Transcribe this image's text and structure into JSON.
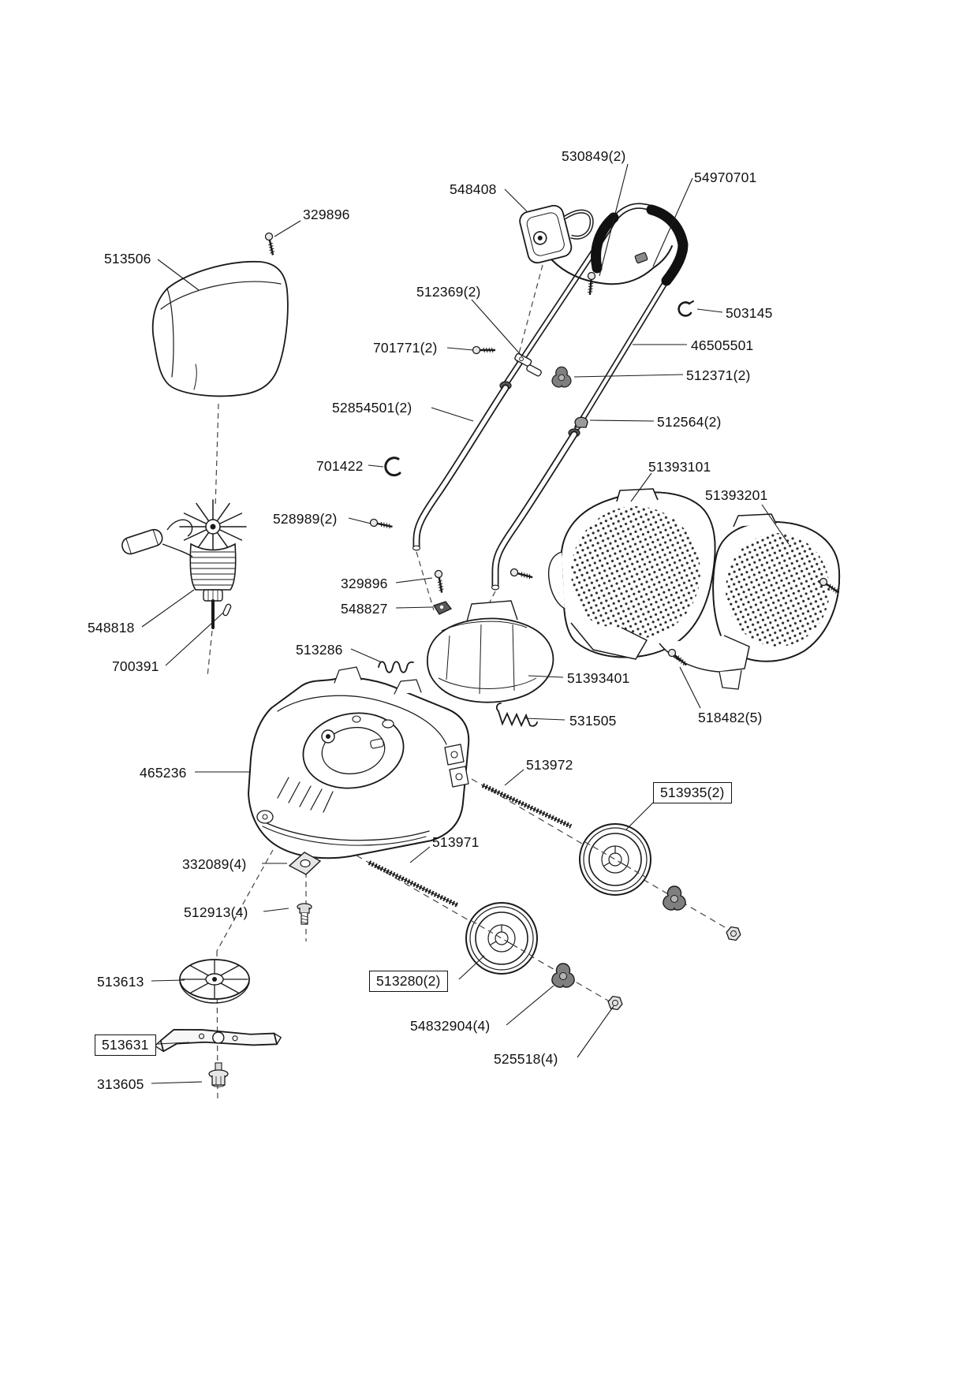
{
  "style": {
    "background": "#ffffff",
    "line_color": "#1a1a1a",
    "grip_color": "#111111"
  },
  "labels": [
    {
      "part": "530849",
      "text": "530849(2)",
      "boxed": false
    },
    {
      "part": "54970701",
      "text": "54970701",
      "boxed": false
    },
    {
      "part": "548408",
      "text": "548408",
      "boxed": false
    },
    {
      "part": "329896",
      "text": "329896",
      "boxed": false
    },
    {
      "part": "513506",
      "text": "513506",
      "boxed": false
    },
    {
      "part": "512369",
      "text": "512369(2)",
      "boxed": false
    },
    {
      "part": "503145",
      "text": "503145",
      "boxed": false
    },
    {
      "part": "701771",
      "text": "701771(2)",
      "boxed": false
    },
    {
      "part": "46505501",
      "text": "46505501",
      "boxed": false
    },
    {
      "part": "512371",
      "text": "512371(2)",
      "boxed": false
    },
    {
      "part": "52854501",
      "text": "52854501(2)",
      "boxed": false
    },
    {
      "part": "512564",
      "text": "512564(2)",
      "boxed": false
    },
    {
      "part": "701422",
      "text": "701422",
      "boxed": false
    },
    {
      "part": "51393101",
      "text": "51393101",
      "boxed": false
    },
    {
      "part": "51393201",
      "text": "51393201",
      "boxed": false
    },
    {
      "part": "528989",
      "text": "528989(2)",
      "boxed": false
    },
    {
      "part": "329896b",
      "text": "329896",
      "boxed": false
    },
    {
      "part": "548827",
      "text": "548827",
      "boxed": false
    },
    {
      "part": "548818",
      "text": "548818",
      "boxed": false
    },
    {
      "part": "513286",
      "text": "513286",
      "boxed": false
    },
    {
      "part": "700391",
      "text": "700391",
      "boxed": false
    },
    {
      "part": "51393401",
      "text": "51393401",
      "boxed": false
    },
    {
      "part": "531505",
      "text": "531505",
      "boxed": false
    },
    {
      "part": "518482",
      "text": "518482(5)",
      "boxed": false
    },
    {
      "part": "465236",
      "text": "465236",
      "boxed": false
    },
    {
      "part": "513972",
      "text": "513972",
      "boxed": false
    },
    {
      "part": "513935",
      "text": "513935(2)",
      "boxed": true
    },
    {
      "part": "513971",
      "text": "513971",
      "boxed": false
    },
    {
      "part": "332089",
      "text": "332089(4)",
      "boxed": false
    },
    {
      "part": "512913",
      "text": "512913(4)",
      "boxed": false
    },
    {
      "part": "513613",
      "text": "513613",
      "boxed": false
    },
    {
      "part": "513280",
      "text": "513280(2)",
      "boxed": true
    },
    {
      "part": "54832904",
      "text": "54832904(4)",
      "boxed": false
    },
    {
      "part": "513631",
      "text": "513631",
      "boxed": true
    },
    {
      "part": "525518",
      "text": "525518(4)",
      "boxed": false
    },
    {
      "part": "313605",
      "text": "313605",
      "boxed": false
    }
  ]
}
